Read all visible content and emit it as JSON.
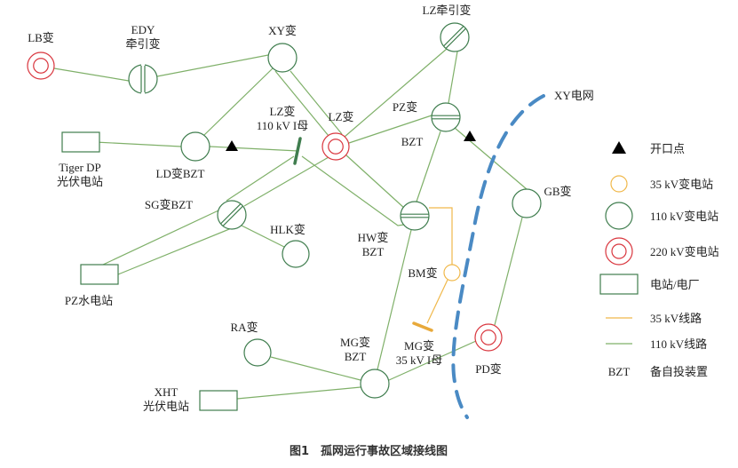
{
  "caption": "图1　孤网运行事故区域接线图",
  "colors": {
    "line_110kv": "#7fb069",
    "line_35kv": "#f0b84a",
    "station_110kv": "#3f7d4e",
    "station_220kv": "#d9363e",
    "station_35kv": "#f0b84a",
    "boundary": "#4a8ac4",
    "busbar_110kv": "#3f7d4e",
    "busbar_35kv": "#e8a93a",
    "open_point": "#000000"
  },
  "grid_label": "XY电网",
  "stations": [
    {
      "id": "LB",
      "lines": [
        "LB变"
      ],
      "type": "220kv"
    },
    {
      "id": "EDY",
      "lines": [
        "EDY",
        "牵引变"
      ],
      "type": "traction-vertical"
    },
    {
      "id": "XY",
      "lines": [
        "XY变"
      ],
      "type": "110kv"
    },
    {
      "id": "LZ_TR",
      "lines": [
        "LZ牵引变"
      ],
      "type": "traction-diagonal"
    },
    {
      "id": "LZ",
      "lines": [
        "LZ变"
      ],
      "type": "220kv"
    },
    {
      "id": "LZ_BUS",
      "lines": [
        "LZ变",
        "110 kV I母"
      ],
      "type": "busbar-110kv"
    },
    {
      "id": "PZ",
      "lines": [
        "PZ变",
        "BZT"
      ],
      "type": "bzt-horizontal"
    },
    {
      "id": "TigerDP",
      "lines": [
        "Tiger DP",
        "光伏电站"
      ],
      "type": "plant"
    },
    {
      "id": "LD",
      "lines": [
        "LD变BZT"
      ],
      "type": "110kv"
    },
    {
      "id": "SG",
      "lines": [
        "SG变BZT"
      ],
      "type": "bzt-diagonal"
    },
    {
      "id": "HLK",
      "lines": [
        "HLK变"
      ],
      "type": "110kv"
    },
    {
      "id": "HW",
      "lines": [
        "HW变",
        "BZT"
      ],
      "type": "bzt-horizontal"
    },
    {
      "id": "GB",
      "lines": [
        "GB变"
      ],
      "type": "110kv"
    },
    {
      "id": "PZ_HYDRO",
      "lines": [
        "PZ水电站"
      ],
      "type": "plant"
    },
    {
      "id": "BM",
      "lines": [
        "BM变"
      ],
      "type": "35kv"
    },
    {
      "id": "MG_BUS",
      "lines": [
        "MG变",
        "35 kV I母"
      ],
      "type": "busbar-35kv"
    },
    {
      "id": "RA",
      "lines": [
        "RA变"
      ],
      "type": "110kv"
    },
    {
      "id": "MG",
      "lines": [
        "MG变",
        "BZT"
      ],
      "type": "110kv"
    },
    {
      "id": "PD",
      "lines": [
        "PD变"
      ],
      "type": "220kv"
    },
    {
      "id": "XHT",
      "lines": [
        "XHT",
        "光伏电站"
      ],
      "type": "plant"
    }
  ],
  "connections_110kv": [
    [
      "LB",
      "EDY"
    ],
    [
      "EDY",
      "XY"
    ],
    [
      "XY",
      "LD"
    ],
    [
      "XY",
      "LZ"
    ],
    [
      "XY",
      "LZ"
    ],
    [
      "TigerDP",
      "LD"
    ],
    [
      "LD",
      "LZ_BUS"
    ],
    [
      "LZ",
      "LZ_TR"
    ],
    [
      "LZ",
      "PZ"
    ],
    [
      "LZ_TR",
      "PZ"
    ],
    [
      "PZ",
      "HW"
    ],
    [
      "PZ",
      "GB"
    ],
    [
      "LZ",
      "SG"
    ],
    [
      "LZ_BUS",
      "SG"
    ],
    [
      "LZ_BUS",
      "HW"
    ],
    [
      "LZ",
      "HW"
    ],
    [
      "SG",
      "PZ_HYDRO"
    ],
    [
      "SG",
      "PZ_HYDRO"
    ],
    [
      "SG",
      "HLK"
    ],
    [
      "HW",
      "MG"
    ],
    [
      "GB",
      "PD"
    ],
    [
      "RA",
      "MG"
    ],
    [
      "XHT",
      "MG"
    ],
    [
      "MG",
      "PD"
    ]
  ],
  "connections_35kv": [
    [
      "HW",
      "BM"
    ],
    [
      "BM",
      "MG_BUS"
    ]
  ],
  "open_points": [
    "LD-LZ_BUS",
    "PZ-GB"
  ],
  "legend": [
    {
      "symbol": "triangle",
      "label": "开口点"
    },
    {
      "symbol": "circle-35kv",
      "label": "35 kV变电站"
    },
    {
      "symbol": "circle-110kv",
      "label": "110 kV变电站"
    },
    {
      "symbol": "circle-220kv",
      "label": "220 kV变电站"
    },
    {
      "symbol": "rect-plant",
      "label": "电站/电厂"
    },
    {
      "symbol": "line-35kv",
      "label": "35 kV线路"
    },
    {
      "symbol": "line-110kv",
      "label": "110 kV线路"
    },
    {
      "symbol": "text-bzt",
      "label": "备自投装置",
      "key": "BZT"
    }
  ]
}
